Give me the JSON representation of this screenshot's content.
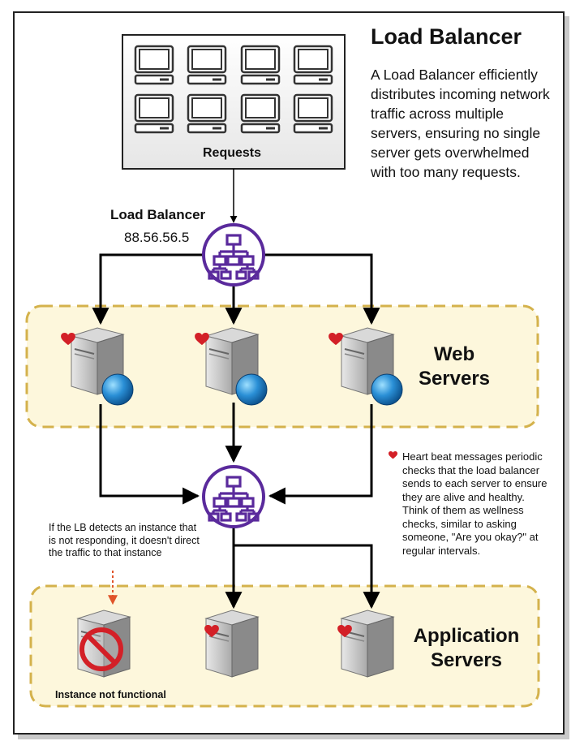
{
  "title": "Load Balancer",
  "description": "A Load Balancer efficiently distributes incoming network traffic across multiple servers, ensuring no single server gets overwhelmed with too many requests.",
  "requests_label": "Requests",
  "load_balancer": {
    "label": "Load Balancer",
    "ip": "88.56.56.5"
  },
  "web_servers_label": [
    "Web",
    "Servers"
  ],
  "application_servers_label": [
    "Application",
    "Servers"
  ],
  "heartbeat_note": "Heart beat messages periodic checks that the load balancer sends to each server to ensure they are alive and healthy. Think of them as wellness checks, similar to asking someone, \"Are you okay?\" at regular intervals.",
  "lb_detect_note": "If the LB detects an instance that is not responding, it doesn't direct the traffic to that instance",
  "instance_not_functional": "Instance not functional",
  "colors": {
    "lb_purple": "#5a2a9c",
    "group_fill": "#fdf7dc",
    "group_border": "#d4b24c",
    "heart": "#d32027",
    "arrow": "#000000",
    "dotted_arrow": "#e0542a"
  }
}
